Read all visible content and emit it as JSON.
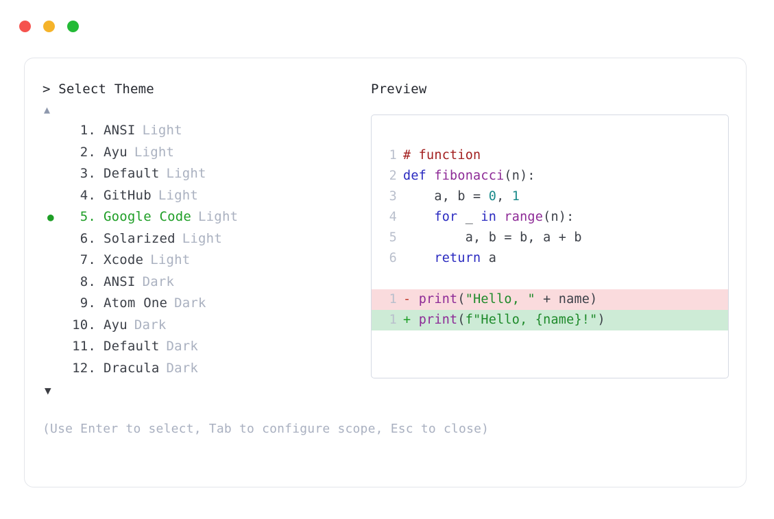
{
  "window": {
    "dots": [
      {
        "name": "close",
        "color": "#f5534e"
      },
      {
        "name": "minimize",
        "color": "#f5b32a"
      },
      {
        "name": "maximize",
        "color": "#23ba36"
      }
    ]
  },
  "selector": {
    "prompt": "> Select Theme",
    "scroll_up": "▲",
    "scroll_down": "▼",
    "selected_index": 5,
    "selected_bullet": "●",
    "items": [
      {
        "num": "1.",
        "name": "ANSI",
        "variant": "Light",
        "selected": false
      },
      {
        "num": "2.",
        "name": "Ayu",
        "variant": "Light",
        "selected": false
      },
      {
        "num": "3.",
        "name": "Default",
        "variant": "Light",
        "selected": false
      },
      {
        "num": "4.",
        "name": "GitHub",
        "variant": "Light",
        "selected": false
      },
      {
        "num": "5.",
        "name": "Google Code",
        "variant": "Light",
        "selected": true
      },
      {
        "num": "6.",
        "name": "Solarized",
        "variant": "Light",
        "selected": false
      },
      {
        "num": "7.",
        "name": "Xcode",
        "variant": "Light",
        "selected": false
      },
      {
        "num": "8.",
        "name": "ANSI",
        "variant": "Dark",
        "selected": false
      },
      {
        "num": "9.",
        "name": "Atom One",
        "variant": "Dark",
        "selected": false
      },
      {
        "num": "10.",
        "name": "Ayu",
        "variant": "Dark",
        "selected": false
      },
      {
        "num": "11.",
        "name": "Default",
        "variant": "Dark",
        "selected": false
      },
      {
        "num": "12.",
        "name": "Dracula",
        "variant": "Dark",
        "selected": false
      }
    ],
    "hint": "(Use Enter to select, Tab to configure scope, Esc to close)"
  },
  "preview": {
    "title": "Preview",
    "code_lines": [
      {
        "ln": "1",
        "tokens": [
          {
            "t": "# function",
            "c": "comment"
          }
        ]
      },
      {
        "ln": "2",
        "tokens": [
          {
            "t": "def ",
            "c": "kw"
          },
          {
            "t": "fibonacci",
            "c": "fn"
          },
          {
            "t": "(n):",
            "c": "punc"
          }
        ]
      },
      {
        "ln": "3",
        "tokens": [
          {
            "t": "    a, b = ",
            "c": "plain"
          },
          {
            "t": "0",
            "c": "num"
          },
          {
            "t": ", ",
            "c": "plain"
          },
          {
            "t": "1",
            "c": "num"
          }
        ]
      },
      {
        "ln": "4",
        "tokens": [
          {
            "t": "    ",
            "c": "plain"
          },
          {
            "t": "for",
            "c": "kw"
          },
          {
            "t": " _ ",
            "c": "plain"
          },
          {
            "t": "in",
            "c": "kw"
          },
          {
            "t": " ",
            "c": "plain"
          },
          {
            "t": "range",
            "c": "fn"
          },
          {
            "t": "(n):",
            "c": "punc"
          }
        ]
      },
      {
        "ln": "5",
        "tokens": [
          {
            "t": "        a, b = b, a + b",
            "c": "plain"
          }
        ]
      },
      {
        "ln": "6",
        "tokens": [
          {
            "t": "    ",
            "c": "plain"
          },
          {
            "t": "return",
            "c": "kw"
          },
          {
            "t": " a",
            "c": "plain"
          }
        ]
      }
    ],
    "diff_lines": [
      {
        "ln": "1",
        "kind": "del",
        "marker": "-",
        "tokens": [
          {
            "t": "print",
            "c": "fn"
          },
          {
            "t": "(",
            "c": "punc"
          },
          {
            "t": "\"Hello, \"",
            "c": "str"
          },
          {
            "t": " + name)",
            "c": "plain"
          }
        ]
      },
      {
        "ln": "1",
        "kind": "add",
        "marker": "+",
        "tokens": [
          {
            "t": "print",
            "c": "fn"
          },
          {
            "t": "(",
            "c": "punc"
          },
          {
            "t": "f\"Hello, {name}!\"",
            "c": "str"
          },
          {
            "t": ")",
            "c": "punc"
          }
        ]
      }
    ]
  },
  "colors": {
    "comment": "#a32020",
    "keyword": "#2a2ac0",
    "function": "#8d2a96",
    "number": "#1a8a8a",
    "string": "#1e8a2a",
    "plain": "#3b3f47",
    "line_number": "#b9bfcc",
    "diff_del_bg": "#fadbdd",
    "diff_add_bg": "#cdebd6",
    "selected_green": "#1e9e26",
    "muted": "#aab1c0",
    "card_border": "#e3e5ea",
    "panel_border": "#d5d9e3"
  }
}
